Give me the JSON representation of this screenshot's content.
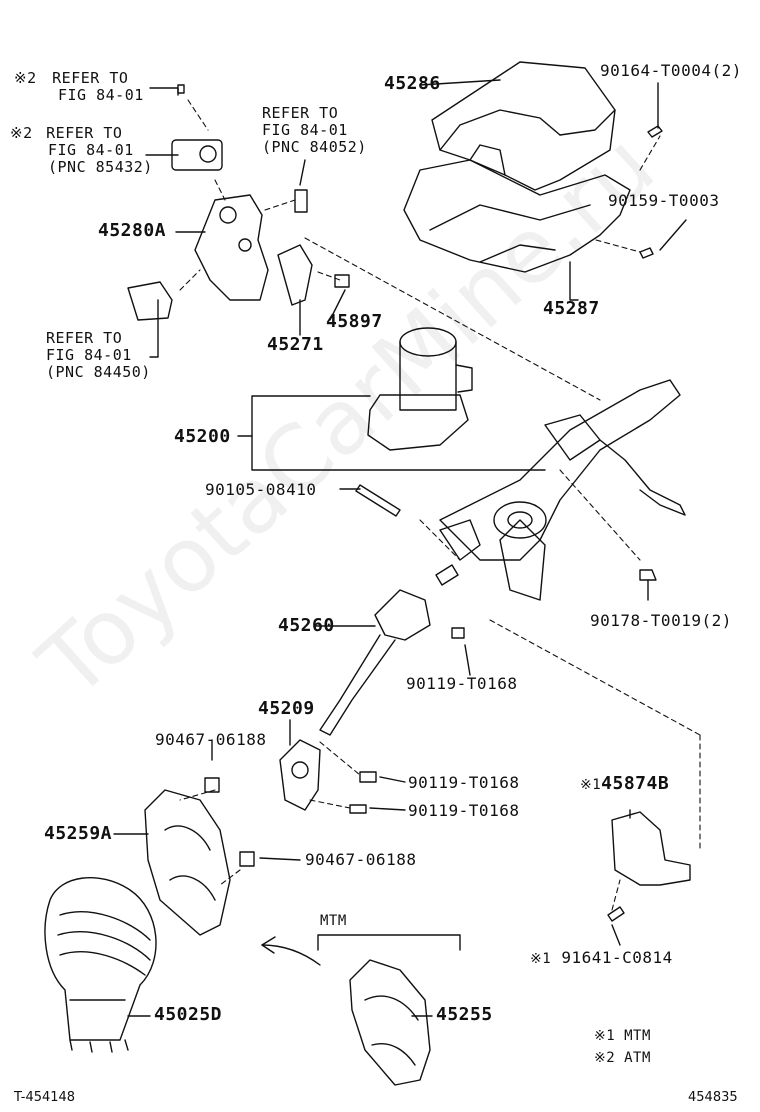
{
  "watermark": "ToyotaCarMine.ru",
  "refs": {
    "r1": {
      "mark": "※2",
      "line1": "REFER TO",
      "line2": "FIG 84-01"
    },
    "r2": {
      "mark": "※2",
      "line1": "REFER TO",
      "line2": "FIG 84-01",
      "line3": "(PNC 85432)"
    },
    "r3": {
      "line1": "REFER TO",
      "line2": "FIG 84-01",
      "line3": "(PNC 84052)"
    },
    "r4": {
      "line1": "REFER TO",
      "line2": "FIG  84-01",
      "line3": "(PNC 84450)"
    }
  },
  "parts": {
    "p45286": "45286",
    "p90164": "90164-T0004(2)",
    "p90159": "90159-T0003",
    "p45287": "45287",
    "p45280A": "45280A",
    "p45897": "45897",
    "p45271": "45271",
    "p45200": "45200",
    "p90105": "90105-08410",
    "p90178": "90178-T0019(2)",
    "p45260": "45260",
    "p90119a": "90119-T0168",
    "p45209": "45209",
    "p90467a": "90467-06188",
    "p90119b": "90119-T0168",
    "p90119c": "90119-T0168",
    "p45874B": "45874B",
    "p45874B_mark": "※1",
    "p45259A": "45259A",
    "p90467b": "90467-06188",
    "mtm": "MTM",
    "p91641": "91641-C0814",
    "p91641_mark": "※1",
    "p45025D": "45025D",
    "p45255": "45255"
  },
  "legend": {
    "l1": "※1 MTM",
    "l2": "※2 ATM"
  },
  "footer": {
    "left": "T-454148",
    "right": "454835"
  }
}
